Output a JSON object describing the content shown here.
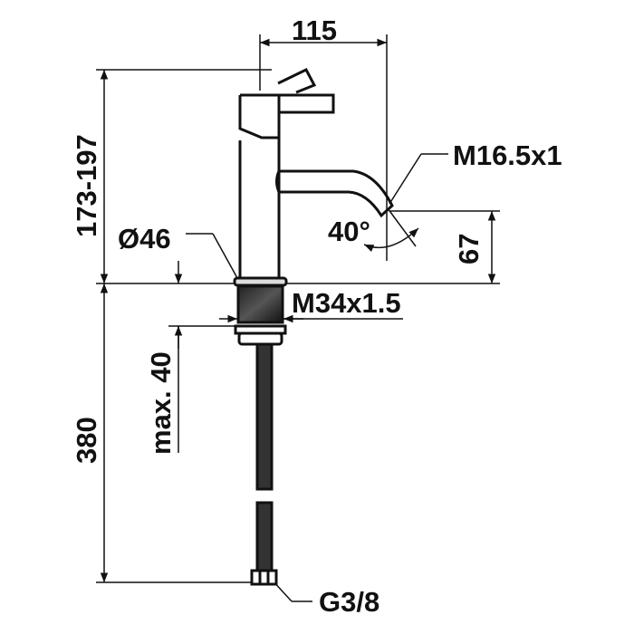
{
  "drawing": {
    "title": "Basin mixer dimension drawing",
    "dimensions": {
      "spout_reach": "115",
      "height_range": "173-197",
      "spout_thread": "M16.5x1",
      "spout_angle": "40°",
      "base_diameter": "Ø46",
      "spout_height": "67",
      "shank_thread": "M34x1.5",
      "max_deck_thickness": "max. 40",
      "hose_length": "380",
      "hose_connection": "G3/8"
    },
    "colors": {
      "line": "#111111",
      "background": "#ffffff"
    }
  }
}
